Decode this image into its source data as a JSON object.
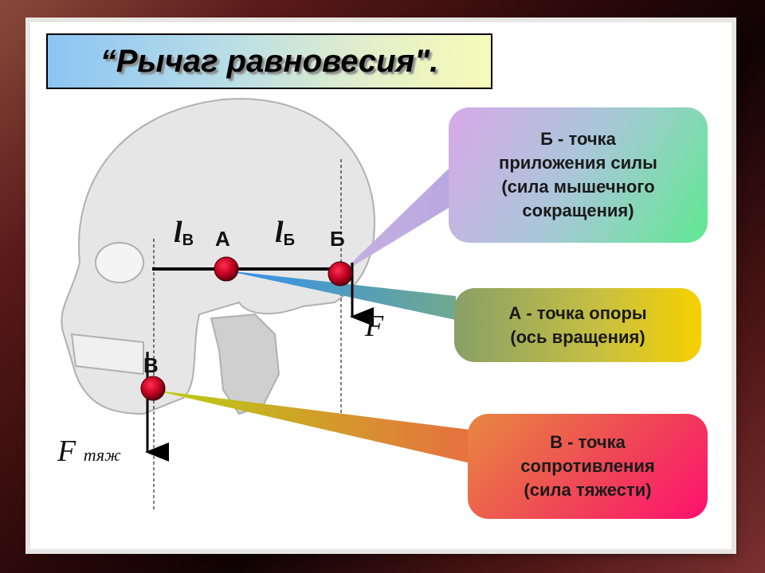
{
  "title": "“Рычаг равновесия\".",
  "labels": {
    "a": "А",
    "b": "Б",
    "v": "В",
    "l_v": "l",
    "l_v_sub": "В",
    "l_b": "l",
    "l_b_sub": "Б",
    "force": "F",
    "gravity": "F",
    "gravity_sub": "тяж"
  },
  "callouts": {
    "b": [
      "Б  -  точка",
      "приложения силы",
      "(сила мышечного",
      "сокращения)"
    ],
    "a": [
      "А -  точка опоры",
      "(ось вращения)"
    ],
    "v": [
      "В -  точка",
      "сопротивления",
      "(сила тяжести)"
    ]
  },
  "colors": {
    "point": "#cc1030",
    "line": "#000000"
  }
}
